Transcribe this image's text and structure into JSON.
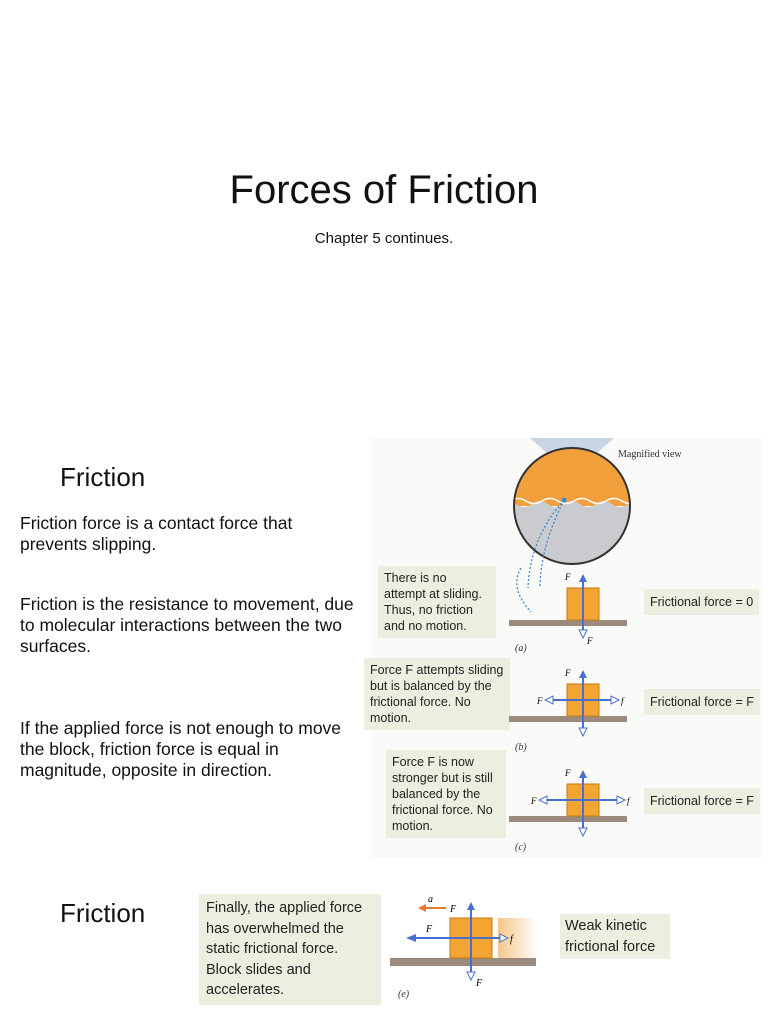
{
  "slide1": {
    "title": "Forces of Friction",
    "subtitle": "Chapter 5 continues."
  },
  "slide2": {
    "heading": "Friction",
    "paragraphs": [
      "Friction force is a contact force that prevents slipping.",
      "Friction is the resistance to movement, due to molecular interactions between the two surfaces.",
      "If the applied force is not enough to move the block, friction force is equal in magnitude, opposite in direction."
    ],
    "figure": {
      "magnified_label": "Magnified view",
      "panels": [
        {
          "caption": "(a)",
          "note": "There is no attempt at sliding. Thus, no friction and no motion.",
          "result": "Frictional force = 0"
        },
        {
          "caption": "(b)",
          "note": "Force F attempts sliding but is balanced by the frictional force. No motion.",
          "result": "Frictional force = F"
        },
        {
          "caption": "(c)",
          "note": "Force F is now stronger but is still balanced by the frictional force. No motion.",
          "result": "Frictional force = F"
        }
      ]
    }
  },
  "slide3": {
    "heading": "Friction",
    "figure": {
      "caption": "(e)",
      "note": "Finally, the applied force has overwhelmed the static frictional force. Block slides and accelerates.",
      "result": "Weak kinetic frictional force"
    }
  },
  "colors": {
    "block": "#f2a532",
    "arrow_blue": "#4a6fd0",
    "arrow_orange": "#e8782a",
    "note_bg": "#eceee0",
    "ground": "#9c8a7c"
  }
}
